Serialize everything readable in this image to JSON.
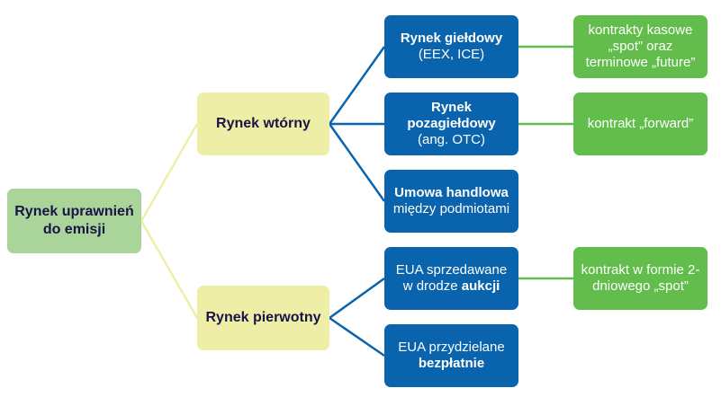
{
  "title": "Rynek uprawnień do emisji",
  "colors": {
    "root_fill": "#a9d59b",
    "level2_fill": "#eeeea6",
    "level3_fill": "#0a63ad",
    "level4_fill": "#62bd4c",
    "root_links": "#eeeea6",
    "level2_links": "#0a63ad",
    "level3_links": "#62bd4c"
  },
  "root": {
    "label": "Rynek uprawnień do emisji"
  },
  "secondary_market": {
    "label": "Rynek wtórny",
    "children": [
      {
        "bold": "Rynek giełdowy",
        "normal": "(EEX, ICE)",
        "leaf": "kontrakty kasowe „spot” oraz terminowe „future”"
      },
      {
        "bold": "Rynek pozagiełdowy",
        "normal": "(ang. OTC)",
        "leaf": "kontrakt „forward”"
      },
      {
        "bold": "Umowa handlowa",
        "normal": " między podmiotami"
      }
    ]
  },
  "primary_market": {
    "label": "Rynek pierwotny",
    "children": [
      {
        "normal": "EUA sprzedawane w drodze ",
        "bold": "aukcji",
        "leaf": "kontrakt w formie 2-dniowego „spot”"
      },
      {
        "normal": "EUA przydzielane ",
        "bold": "bezpłatnie"
      }
    ]
  }
}
